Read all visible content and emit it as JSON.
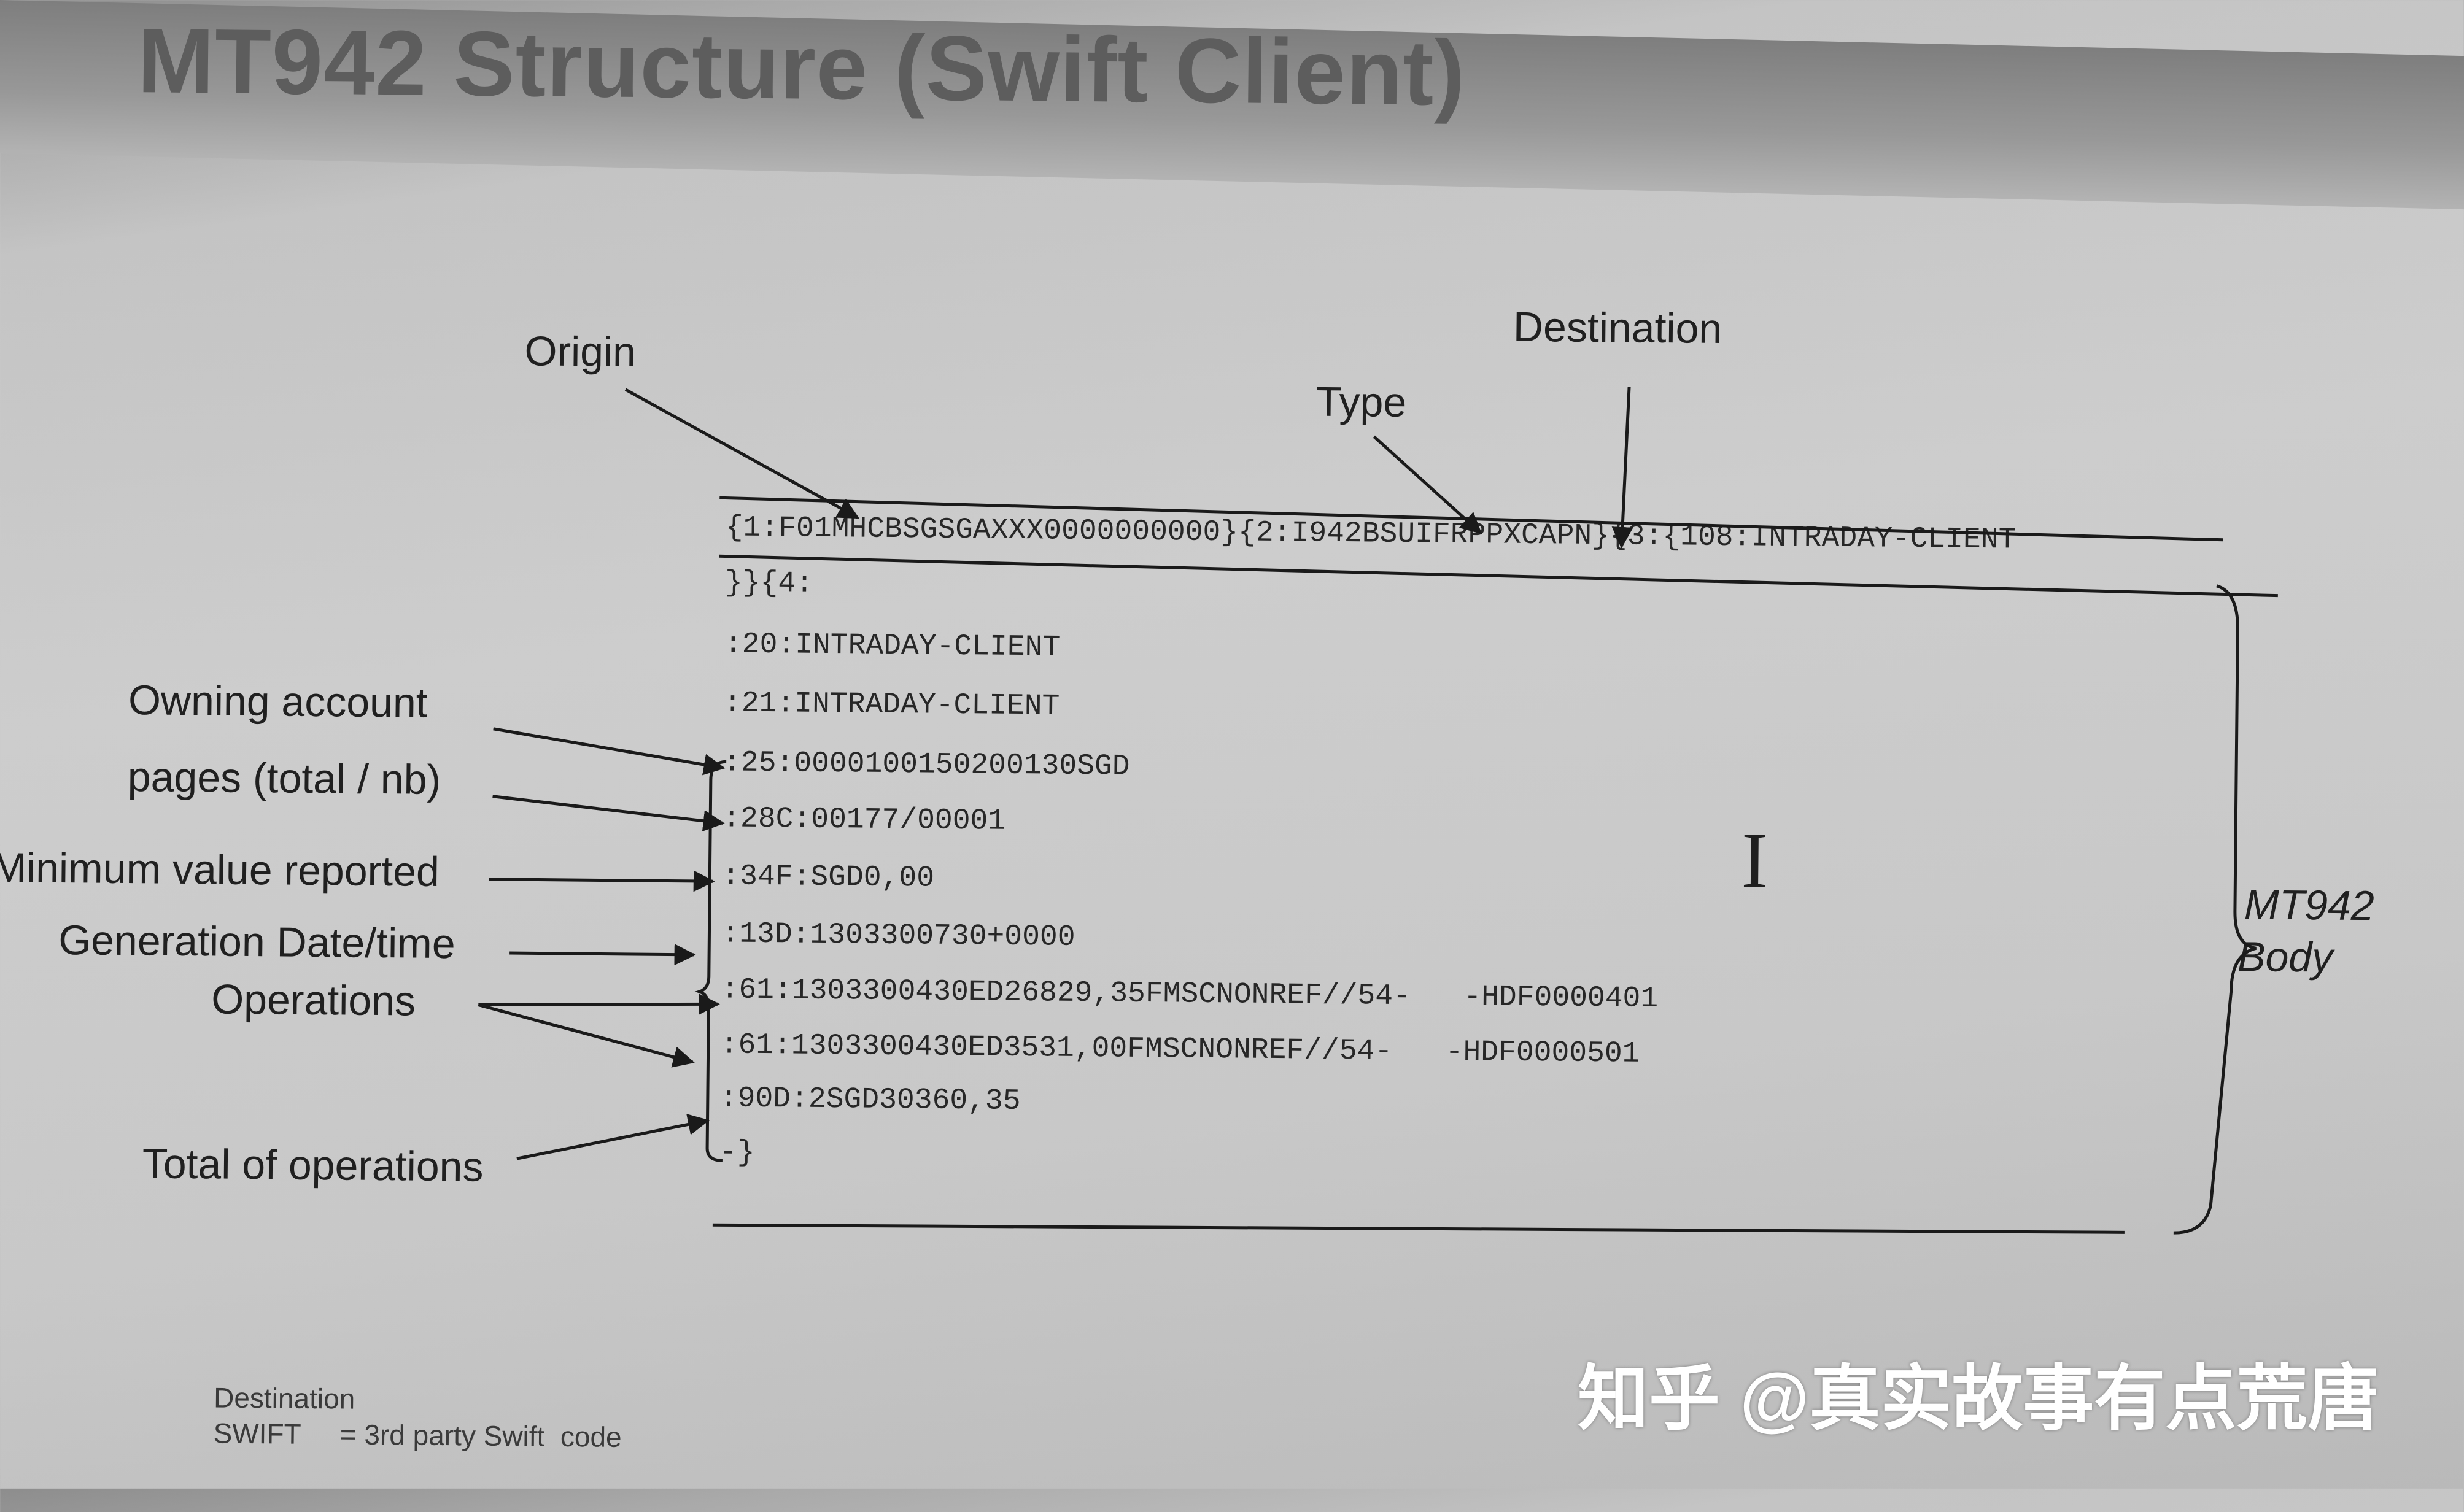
{
  "slide": {
    "title": "MT942 Structure (Swift Client)",
    "code_lines": [
      "{1:F01MHCBSGSGAXXX0000000000}{2:I942BSUIFRPPXCAPN}{3:{108:INTRADAY-CLIENT",
      "}}{4:",
      ":20:INTRADAY-CLIENT",
      ":21:INTRADAY-CLIENT",
      ":25:0000100150200130SGD",
      ":28C:00177/00001",
      ":34F:SGD0,00",
      ":13D:1303300730+0000",
      ":61:1303300430ED26829,35FMSCNONREF//54-   -HDF0000401",
      ":61:1303300430ED3531,00FMSCNONREF//54-   -HDF0000501",
      ":90D:2SGD30360,35",
      "-}"
    ],
    "labels": {
      "origin": "Origin",
      "type": "Type",
      "destination": "Destination",
      "owning_account": "Owning account",
      "pages": "pages (total / nb)",
      "minimum_value": "Minimum value reported",
      "generation_date": "Generation Date/time",
      "operations": "Operations",
      "total_operations": "Total of operations",
      "body_line1": "MT942",
      "body_line2": "Body"
    },
    "footnote": {
      "line1": "Destination",
      "line2": "SWIFT     = 3rd party Swift  code"
    }
  },
  "cursor_glyph": "I",
  "watermark": "知乎 @真实故事有点荒唐"
}
